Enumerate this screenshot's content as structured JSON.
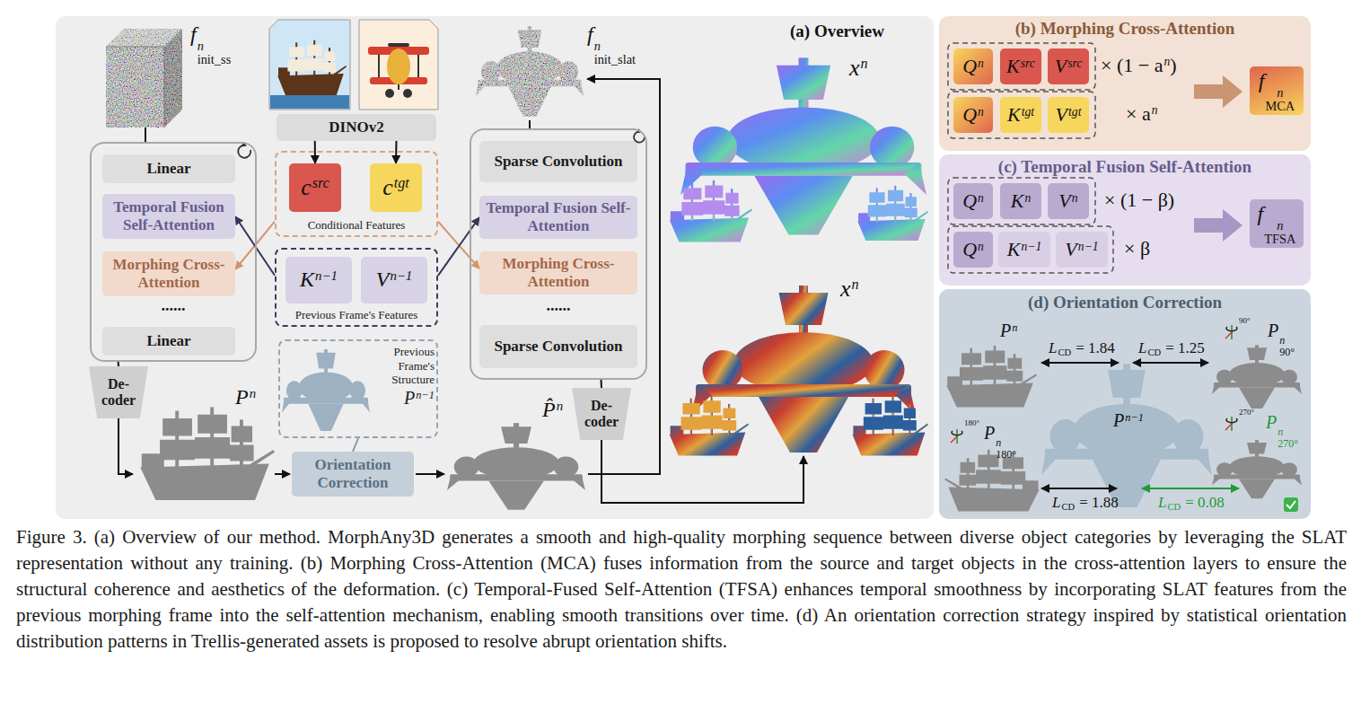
{
  "diagram": {
    "caption": "Figure 3. (a) Overview of our method. MorphAny3D generates a smooth and high-quality morphing sequence between diverse object categories by leveraging the SLAT representation without any training. (b) Morphing Cross-Attention (MCA) fuses information from the source and target objects in the cross-attention layers to ensure the structural coherence and aesthetics of the deformation. (c) Temporal-Fused Self-Attention (TFSA) enhances temporal smoothness by incorporating SLAT features from the previous morphing frame into the self-attention mechanism, enabling smooth transitions over time. (d) An orientation correction strategy inspired by statistical orientation distribution patterns in Trellis-generated assets is proposed to resolve abrupt orientation shifts.",
    "nodes": [
      {
        "text": [
          "(a) Overview"
        ]
      },
      {
        "text": [
          "......"
        ],
        "in": 0
      },
      {
        "text": [
          "Linear"
        ],
        "in": 1
      },
      {
        "text": [
          "Temporal Fusion Self-Attention"
        ],
        "in": 1
      },
      {
        "text": [
          "Morphing Cross-Attention"
        ],
        "in": 1
      },
      {
        "text": [
          "Linear"
        ],
        "in": 1
      },
      {
        "text": [
          "De- coder"
        ],
        "in": 0
      },
      {
        "text": [
          "DINOv2"
        ],
        "in": 0
      },
      {
        "text": [
          "Conditional Features"
        ],
        "in": 0
      },
      {
        "text": [
          "c",
          "src"
        ],
        "in": 8
      },
      {
        "text": [
          "c",
          "tgt"
        ],
        "in": 8
      },
      {
        "text": [
          "Previous Frame's Features"
        ],
        "in": 0
      },
      {
        "text": [
          "K",
          "n−1"
        ],
        "in": 11
      },
      {
        "text": [
          "V",
          "n−1"
        ],
        "in": 11
      },
      {
        "text": [
          "Previous Frame's Structure",
          "P",
          "n−1"
        ],
        "in": 0
      },
      {
        "text": [
          "Orientation Correction"
        ],
        "in": 0
      },
      {
        "text": [
          "......"
        ],
        "in": 0
      },
      {
        "text": [
          "Sparse Convolution"
        ],
        "in": 16
      },
      {
        "text": [
          "Temporal Fusion Self-Attention"
        ],
        "in": 16
      },
      {
        "text": [
          "Morphing Cross-Attention"
        ],
        "in": 16
      },
      {
        "text": [
          "Sparse Convolution"
        ],
        "in": 16
      },
      {
        "text": [
          "De- coder"
        ],
        "in": 0
      },
      {
        "text": [
          "(b) Morphing Cross-Attention"
        ]
      },
      {
        "text": [
          "Q",
          "n"
        ],
        "in": 22
      },
      {
        "text": [
          "K",
          "src"
        ],
        "in": 22
      },
      {
        "text": [
          "V",
          "src"
        ],
        "in": 22
      },
      {
        "text": [
          "Q",
          "n"
        ],
        "in": 22
      },
      {
        "text": [
          "K",
          "tgt"
        ],
        "in": 22
      },
      {
        "text": [
          "V",
          "tgt"
        ],
        "in": 22
      },
      {
        "text": [
          "f",
          "n",
          "MCA"
        ],
        "in": 22
      },
      {
        "text": [
          "(c) Temporal Fusion Self-Attention"
        ]
      },
      {
        "text": [
          "Q",
          "n"
        ],
        "in": 30
      },
      {
        "text": [
          "K",
          "n"
        ],
        "in": 30
      },
      {
        "text": [
          "V",
          "n"
        ],
        "in": 30
      },
      {
        "text": [
          "Q",
          "n"
        ],
        "in": 30
      },
      {
        "text": [
          "K",
          "n−1"
        ],
        "in": 30
      },
      {
        "text": [
          "V",
          "n−1"
        ],
        "in": 30
      },
      {
        "text": [
          "f",
          "n",
          "TFSA"
        ],
        "in": 30
      },
      {
        "text": [
          "(d) Orientation Correction"
        ]
      }
    ],
    "edges": [
      {
        "from": 7,
        "to": 9,
        "arrow": "to"
      },
      {
        "from": 7,
        "to": 10,
        "arrow": "to"
      },
      {
        "from": 8,
        "to": 4,
        "arrow": "to"
      },
      {
        "from": 8,
        "to": 19,
        "arrow": "to"
      },
      {
        "from": 11,
        "to": 3,
        "arrow": "to"
      },
      {
        "from": 11,
        "to": 18,
        "arrow": "to"
      },
      {
        "from": 1,
        "to": 6,
        "arrow": "none"
      },
      {
        "from": 14,
        "to": 15,
        "arrow": "none"
      },
      {
        "from": 16,
        "to": 21,
        "arrow": "none"
      }
    ],
    "labels": [
      "f",
      "n",
      "init_ss",
      "f",
      "n",
      "init_slat",
      "x",
      "n",
      "x",
      "n",
      "P",
      "n",
      "P̂",
      "n",
      "× (1 − a",
      "n",
      ")",
      "× a",
      "n",
      "× (1 − β)",
      "× β",
      "P",
      "n",
      "L",
      "CD",
      "= 1.84",
      "L",
      "CD",
      "= 1.25",
      "P",
      "n−1",
      "P",
      "n",
      "90°",
      "90°",
      "P",
      "n",
      "180°",
      "180°",
      "P",
      "n",
      "270°",
      "270°",
      "L",
      "CD",
      "= 1.88",
      "L",
      "CD",
      "= 0.08"
    ]
  }
}
